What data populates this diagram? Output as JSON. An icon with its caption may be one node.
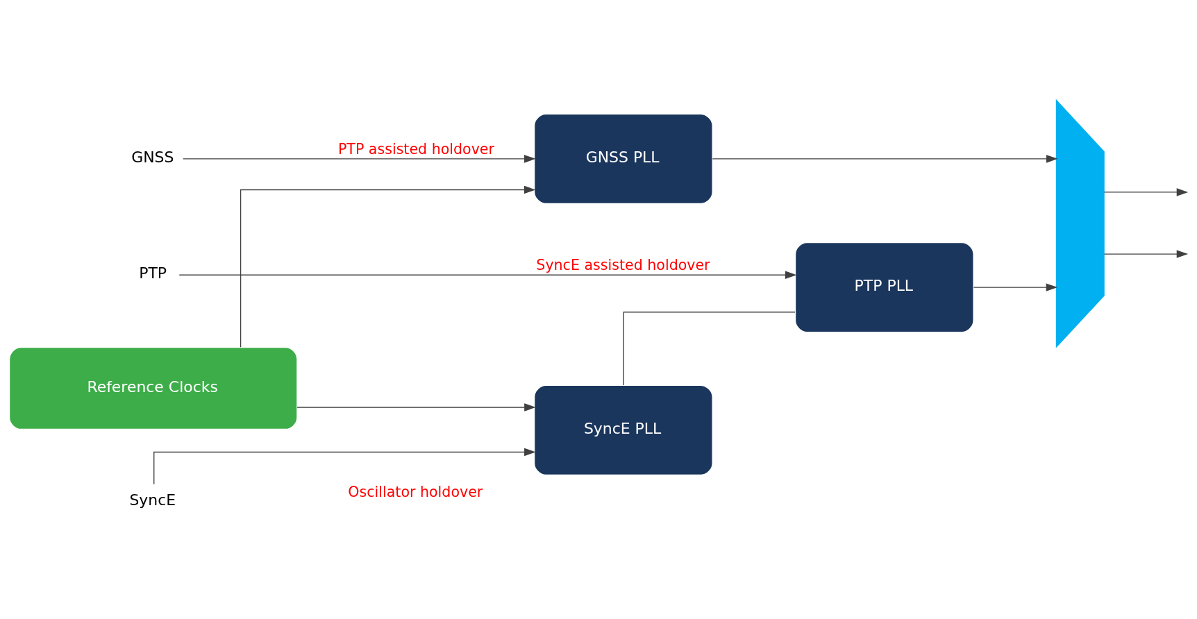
{
  "diagram": {
    "nodes": [
      {
        "text": [
          "GNSS"
        ]
      },
      {
        "text": [
          "GNSS PLL"
        ]
      },
      {
        "text": [],
        "shape": "trapezoid"
      },
      {
        "text": [
          "PTP"
        ]
      },
      {
        "text": [
          "PTP PLL"
        ]
      },
      {
        "text": [
          "SyncE"
        ]
      },
      {
        "text": [
          "SyncE PLL"
        ]
      },
      {
        "text": [
          "Reference Clocks"
        ]
      }
    ],
    "edges": [
      {
        "from": 0,
        "to": 1,
        "arrow": "to",
        "label": "PTP assisted holdover"
      },
      {
        "from": 3,
        "to": 4,
        "arrow": "to",
        "label": "SyncE assisted holdover"
      },
      {
        "from": 5,
        "to": 6,
        "arrow": "to",
        "label": "Oscillator holdover"
      },
      {
        "from": 1,
        "to": 2,
        "arrow": "to"
      },
      {
        "from": 4,
        "to": 2,
        "arrow": "to"
      },
      {
        "from": 2,
        "to": null,
        "arrow": "to"
      },
      {
        "from": 2,
        "to": null,
        "arrow": "to"
      },
      {
        "from": 7,
        "to": 6,
        "arrow": "to"
      },
      {
        "from": 7,
        "to": 1,
        "arrow": "to"
      },
      {
        "from": 6,
        "to": 4,
        "arrow": "none"
      }
    ]
  }
}
